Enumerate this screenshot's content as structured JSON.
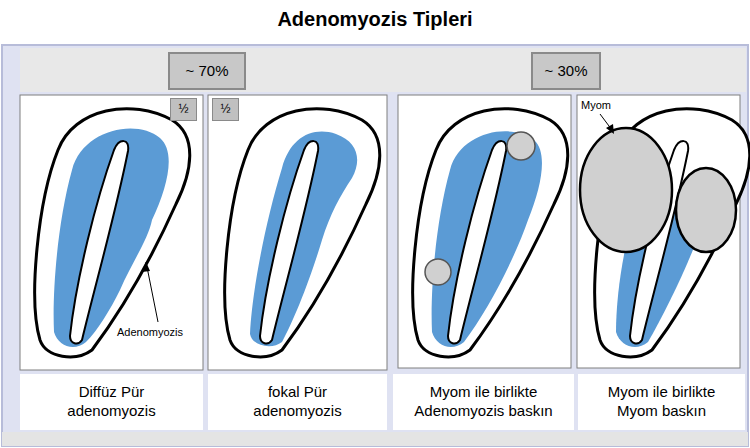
{
  "diagram": {
    "title": "Adenomyozis Tipleri",
    "nodes": [
      {
        "text": [
          "~ 70%"
        ]
      },
      {
        "text": [
          "~ 30%"
        ]
      },
      {
        "text": [
          "½"
        ]
      },
      {
        "text": [
          "½"
        ]
      },
      {
        "text": [
          "Diffüz Pür adenomyozis"
        ]
      },
      {
        "text": [
          "fokal Pür adenomyozis"
        ]
      },
      {
        "text": [
          "Myom ile birlikte Adenomyozis baskın"
        ]
      },
      {
        "text": [
          "Myom ile birlikte Myom baskın"
        ]
      }
    ],
    "labels": [
      "Adenomyozis",
      "Myom"
    ]
  }
}
